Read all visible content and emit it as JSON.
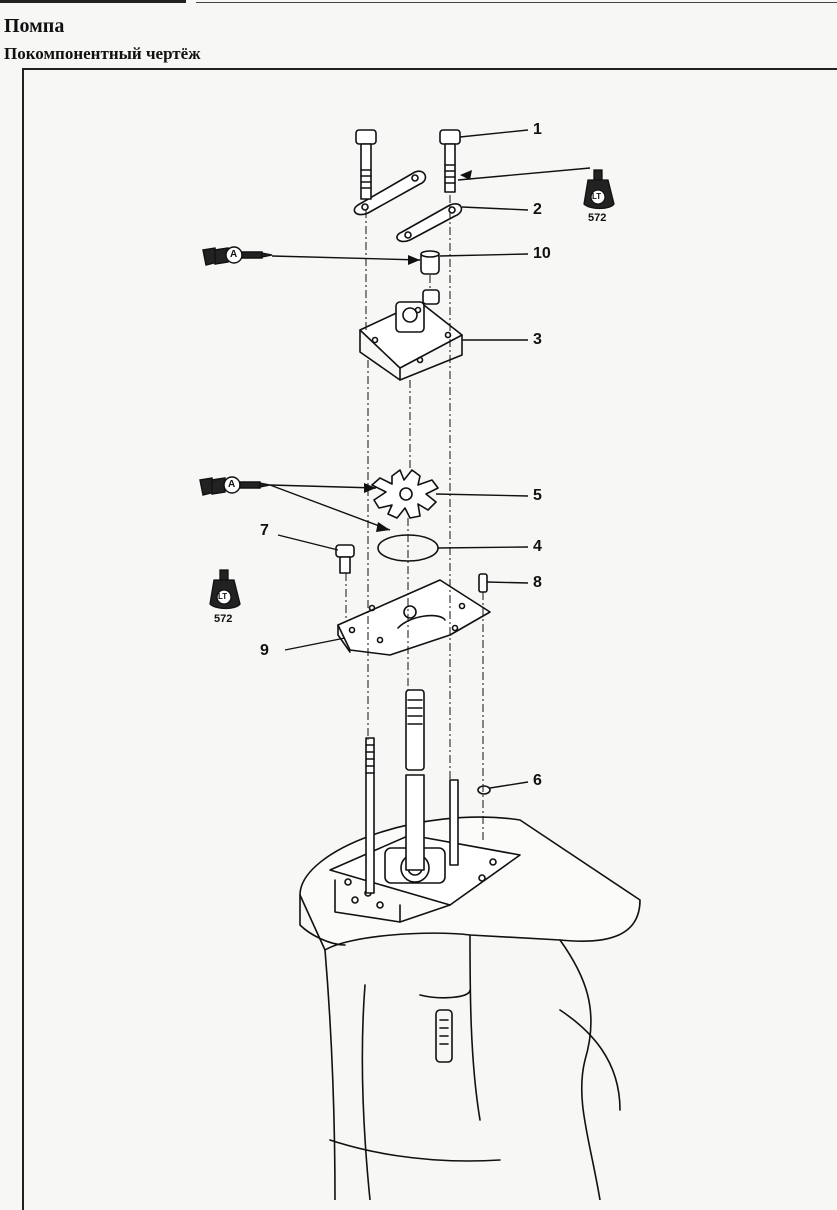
{
  "page": {
    "title": "Помпа",
    "subtitle": "Покомпонентный чертёж"
  },
  "callouts": [
    {
      "id": "1",
      "label": "1"
    },
    {
      "id": "2",
      "label": "2"
    },
    {
      "id": "10",
      "label": "10"
    },
    {
      "id": "3",
      "label": "3"
    },
    {
      "id": "5",
      "label": "5"
    },
    {
      "id": "4",
      "label": "4"
    },
    {
      "id": "7",
      "label": "7"
    },
    {
      "id": "8",
      "label": "8"
    },
    {
      "id": "9",
      "label": "9"
    },
    {
      "id": "6",
      "label": "6"
    }
  ],
  "symbols": {
    "locktite_code": "572",
    "locktite_letters": "LT",
    "grease_letter": "A"
  }
}
